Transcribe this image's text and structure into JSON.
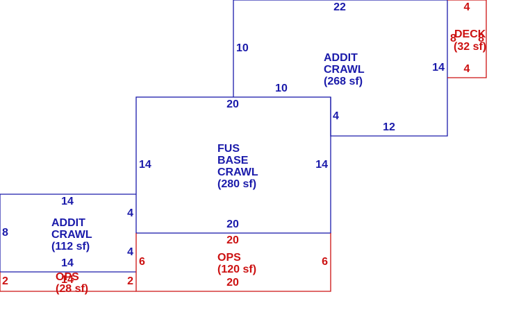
{
  "colors": {
    "structure": "#1a1aaa",
    "porch": "#cc1111",
    "background": "#ffffff"
  },
  "areas": {
    "addit_crawl_upper": {
      "name_line1": "ADDIT",
      "name_line2": "CRAWL",
      "area": "(268 sf)",
      "dims": {
        "top": "22",
        "left": "10",
        "right": "14",
        "step_top": "10",
        "step_side": "4",
        "bottom": "12"
      }
    },
    "fus_base_crawl": {
      "name_line1": "FUS",
      "name_line2": "BASE",
      "name_line3": "CRAWL",
      "area": "(280 sf)",
      "dims": {
        "top": "20",
        "left": "14",
        "right": "14",
        "bottom": "20"
      }
    },
    "addit_crawl_lower": {
      "name_line1": "ADDIT",
      "name_line2": "CRAWL",
      "area": "(112 sf)",
      "dims": {
        "top": "14",
        "left": "8",
        "right_upper": "4",
        "right_lower": "4",
        "bottom": "14"
      }
    },
    "deck": {
      "name": "DECK",
      "area": "(32 sf)",
      "dims": {
        "top": "4",
        "left": "8",
        "right": "8",
        "bottom": "4"
      }
    },
    "ops_main": {
      "name": "OPS",
      "area": "(120 sf)",
      "dims": {
        "top": "20",
        "left": "6",
        "right": "6",
        "bottom": "20"
      }
    },
    "ops_small": {
      "name": "OPS",
      "area": "(28 sf)",
      "dims": {
        "top": "14",
        "left": "2",
        "right": "2"
      }
    }
  }
}
